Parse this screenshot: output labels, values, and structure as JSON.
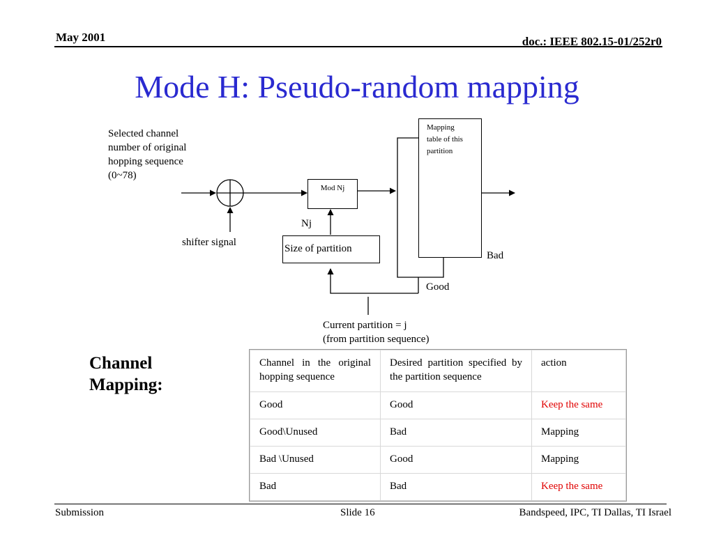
{
  "header": {
    "date": "May 2001",
    "doc": "doc.: IEEE 802.15-01/252r0"
  },
  "title": "Mode H: Pseudo-random mapping",
  "diagram": {
    "input_label": "Selected channel\nnumber of original\nhopping sequence\n(0~78)",
    "shifter_label": "shifter signal",
    "mod_label": "Mod Nj",
    "nj_label": "Nj",
    "size_label": "Size of partition",
    "mapping_label": "Mapping\ntable of this\npartition",
    "bad_label": "Bad",
    "good_label": "Good",
    "partition_label": "Current partition = j\n(from partition sequence)"
  },
  "channel_mapping": {
    "label": "Channel\nMapping:",
    "headers": [
      "Channel in the original hopping sequence",
      "Desired partition specified by the partition sequence",
      "action"
    ],
    "rows": [
      [
        "Good",
        "Good",
        "Keep the same"
      ],
      [
        "Good\\Unused",
        "Bad",
        "Mapping"
      ],
      [
        "Bad \\Unused",
        "Good",
        "Mapping"
      ],
      [
        "Bad",
        "Bad",
        "Keep the same"
      ]
    ],
    "highlight_color": "#e00000"
  },
  "footer": {
    "left": "Submission",
    "center": "Slide 16",
    "right": "Bandspeed, IPC, TI Dallas, TI Israel"
  }
}
